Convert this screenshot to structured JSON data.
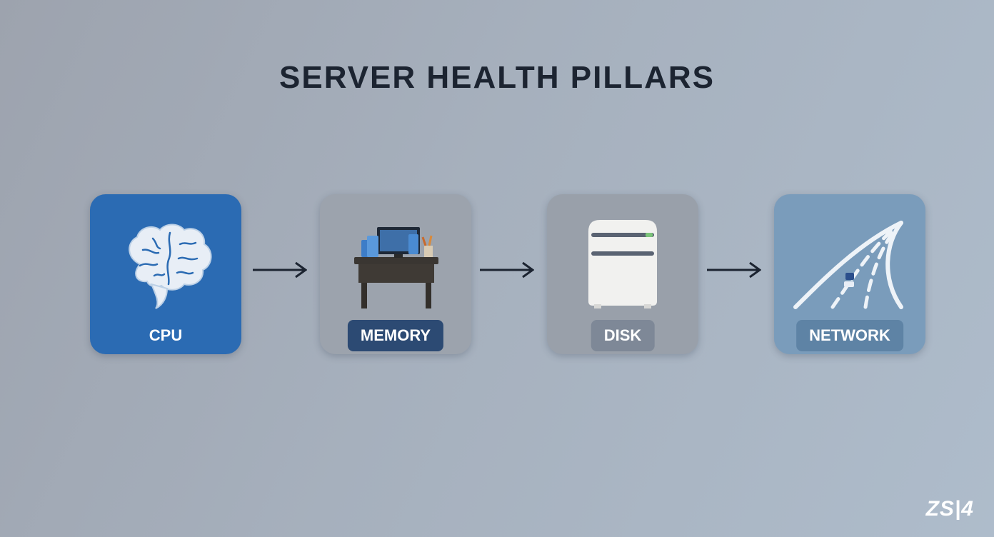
{
  "title": "SERVER HEALTH PILLARS",
  "pillars": [
    {
      "label": "CPU",
      "icon": "brain-icon",
      "color": "#2b6bb3"
    },
    {
      "label": "MEMORY",
      "icon": "desk-workstation-icon",
      "color": "#9ca3ad"
    },
    {
      "label": "DISK",
      "icon": "server-drive-icon",
      "color": "#99a0aa"
    },
    {
      "label": "NETWORK",
      "icon": "highway-icon",
      "color": "#7a9cbb"
    }
  ],
  "arrows": [
    "arrow-right-icon",
    "arrow-right-icon",
    "arrow-right-icon"
  ],
  "watermark": "ZS|4"
}
